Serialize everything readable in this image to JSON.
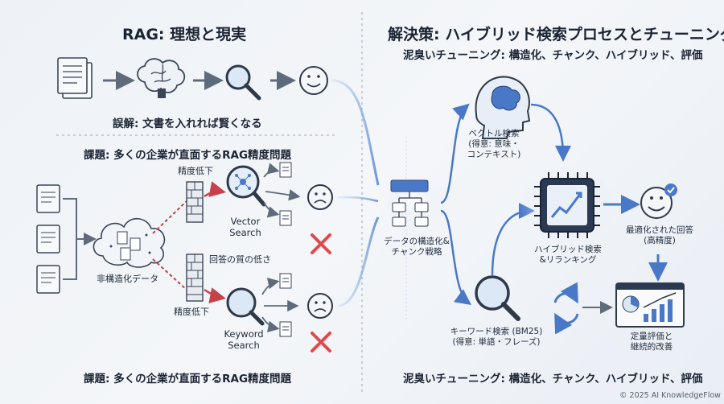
{
  "left": {
    "title": "RAG: 理想と現実",
    "misconception": "誤解: 文書を入れれば賢くなる",
    "problem_label": "課題: 多くの企業が直面するRAG精度問題",
    "footer_problem": "課題: 多くの企業が直面するRAG精度問題",
    "unstructured_data": "非構造化データ",
    "accuracy_drop_top": "精度低下",
    "accuracy_drop_bottom": "精度低下",
    "low_quality_answer": "回答の質の低さ",
    "vector_search": [
      "Vector",
      "Search"
    ],
    "keyword_search": [
      "Keyword",
      "Search"
    ]
  },
  "right": {
    "title": "解決策: ハイブリッド検索プロセスとチューニング",
    "subtitle": "泥臭いチューニング: 構造化、チャンク、ハイブリッド、評価",
    "footer_subtitle": "泥臭いチューニング: 構造化、チャンク、ハイブリッド、評価",
    "structuring": [
      "データの構造化&",
      "チャンク戦略"
    ],
    "vector_search": [
      "ベクトル検索",
      "(得意: 意味・",
      "コンテキスト)"
    ],
    "keyword_search": [
      "キーワード検索 (BM25)",
      "(得意: 単語・フレーズ)"
    ],
    "hybrid": [
      "ハイブリッド検索",
      "&リランキング"
    ],
    "optimized_answer": [
      "最適化された回答",
      "(高精度)"
    ],
    "evaluation": [
      "定量評価と",
      "継続的改善"
    ]
  },
  "copyright": "© 2025 AI KnowledgeFlow",
  "colors": {
    "accent": "#4a78c8",
    "error": "#e0484d",
    "icon": "#2b4a7a"
  }
}
